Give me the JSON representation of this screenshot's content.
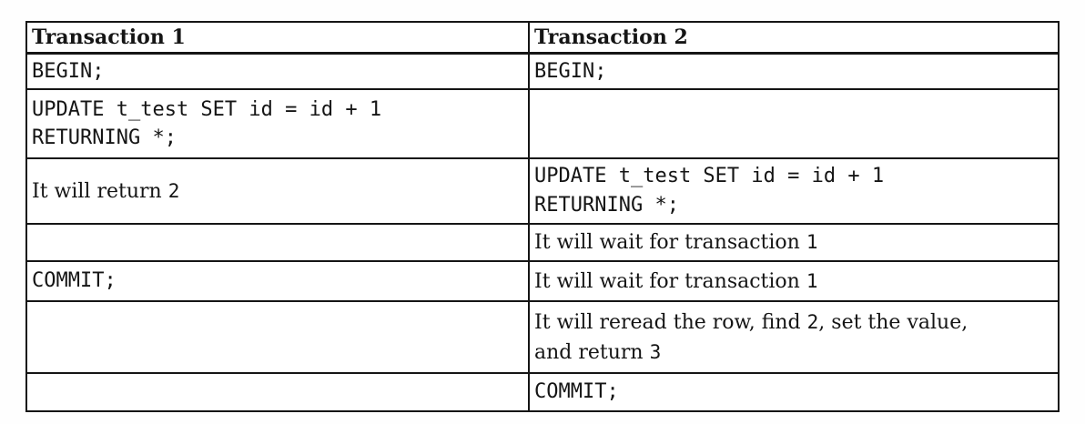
{
  "table": {
    "header": [
      "Transaction 1",
      "Transaction 2"
    ],
    "rows": [
      {
        "cells": [
          {
            "type": "code",
            "text": "BEGIN;"
          },
          {
            "type": "code",
            "text": "BEGIN;"
          }
        ]
      },
      {
        "cells": [
          {
            "type": "code",
            "text": "UPDATE t_test SET id = id + 1\nRETURNING *;"
          },
          {
            "type": "empty",
            "text": ""
          }
        ]
      },
      {
        "cells": [
          {
            "type": "prose",
            "text": "It will return 2"
          },
          {
            "type": "code",
            "text": "UPDATE t_test SET id = id + 1\nRETURNING *;"
          }
        ]
      },
      {
        "cells": [
          {
            "type": "empty",
            "text": ""
          },
          {
            "type": "prose",
            "text": "It will wait for transaction 1"
          }
        ]
      },
      {
        "cells": [
          {
            "type": "code",
            "text": "COMMIT;"
          },
          {
            "type": "prose",
            "text": "It will wait for transaction 1"
          }
        ]
      },
      {
        "cells": [
          {
            "type": "empty",
            "text": ""
          },
          {
            "type": "prose",
            "text": "It will reread the row, find 2, set the value,\nand return 3"
          }
        ]
      },
      {
        "cells": [
          {
            "type": "empty",
            "text": ""
          },
          {
            "type": "code",
            "text": "COMMIT;"
          }
        ]
      }
    ]
  },
  "colors": {
    "border": "#151515",
    "text": "#151515",
    "background": "#ffffff"
  }
}
